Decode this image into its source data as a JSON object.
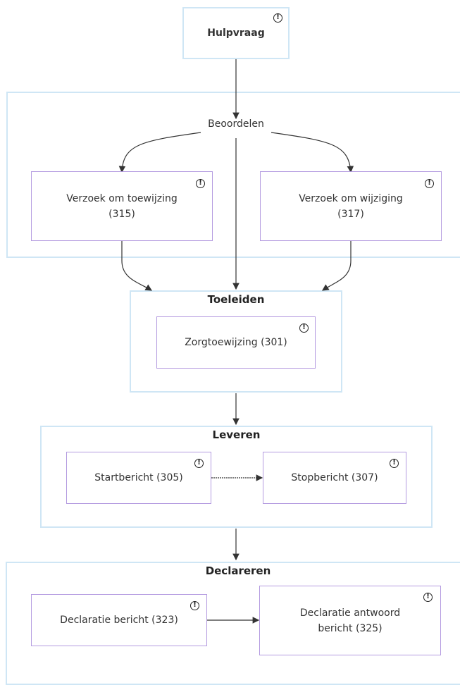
{
  "nodes": {
    "hulpvraag": "Hulpvraag",
    "beoordelen": "Beoordelen",
    "verzoek_toewijzing": "Verzoek om toewijzing\n(315)",
    "verzoek_wijziging": "Verzoek om wijziging\n(317)",
    "zorgtoewijzing": "Zorgtoewijzing (301)",
    "startbericht": "Startbericht (305)",
    "stopbericht": "Stopbericht (307)",
    "declaratie_bericht": "Declaratie bericht (323)",
    "declaratie_antwoord": "Declaratie antwoord\nbericht (325)"
  },
  "groups": {
    "toeleiden": "Toeleiden",
    "leveren": "Leveren",
    "declareren": "Declareren"
  },
  "icons": {
    "info": "info-icon",
    "glyph": "!"
  }
}
